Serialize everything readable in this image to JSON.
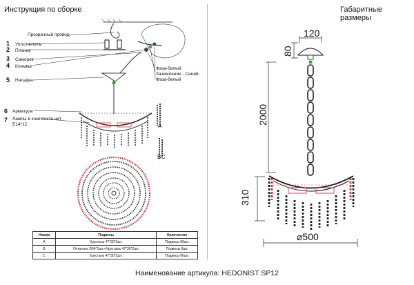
{
  "header": {
    "left_title": "Инструкция по сборке",
    "right_title": "Габаритные размеры"
  },
  "assembly": {
    "wire_label": "Прозрачный провод",
    "parts": [
      {
        "num": "1",
        "label": "Уплотнитель"
      },
      {
        "num": "2",
        "label": "Планка"
      },
      {
        "num": "3",
        "label": "Саморез"
      },
      {
        "num": "4",
        "label": "Клемма"
      },
      {
        "num": "5",
        "label": "Насадка"
      },
      {
        "num": "6",
        "label": "Арматура"
      },
      {
        "num": "7",
        "label": "Лампы в комплекте нет\nЕ14*12"
      }
    ],
    "wire_colors": [
      "Фаза-белый",
      "Заземление - Синий",
      "Фаза-белый"
    ],
    "crystal_markers": [
      "A",
      "B",
      "C"
    ]
  },
  "table": {
    "headers": [
      "Номер",
      "Подвесы",
      "Количество"
    ],
    "rows": [
      [
        "A",
        "Хрусталь 47*30*3шт.",
        "Подвесы 60шт."
      ],
      [
        "B",
        "Октагоны 20Ф*1шт.+Хрусталь 47*30*2шт.",
        "Подвесы 8шт."
      ],
      [
        "C",
        "Хрусталь 47*30*2шт.",
        "Подвесы 60шт."
      ]
    ]
  },
  "dimensions": {
    "top": "120",
    "canopy": "80",
    "chain": "2000",
    "body": "310",
    "diameter": "⌀500"
  },
  "footer": {
    "article": "Наименование артикула: HEDONIST SP12"
  }
}
